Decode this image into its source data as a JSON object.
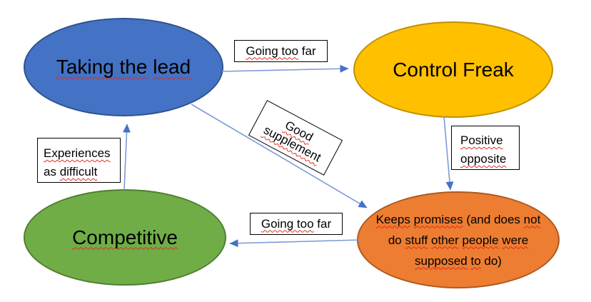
{
  "diagram": {
    "title": "Personality traits relationship diagram",
    "colors": {
      "arrow_line": "#7D9BD8",
      "arrow_head": "#4472C4",
      "squiggle": "#E02B20",
      "label_box_fill": "#FFFFFF",
      "label_box_border": "#000000"
    },
    "nodes": [
      {
        "id": "taking-the-lead",
        "name": "Taking the lead",
        "fill": "#4472C4",
        "stroke": "#2F528F",
        "lines": [
          [
            {
              "t": "Taking the",
              "sq": true
            },
            {
              "t": " ",
              "sq": false
            },
            {
              "t": "lead",
              "sq": true
            }
          ]
        ]
      },
      {
        "id": "control-freak",
        "name": "Control Freak",
        "fill": "#FFC000",
        "stroke": "#BF9000",
        "lines": [
          [
            {
              "t": "Control Freak",
              "sq": false
            }
          ]
        ]
      },
      {
        "id": "competitive",
        "name": "Competitive",
        "fill": "#70AD47",
        "stroke": "#507E32",
        "lines": [
          [
            {
              "t": "Competitive",
              "sq": true
            }
          ]
        ]
      },
      {
        "id": "keeps-promises",
        "name": "Keeps promises (and does not do stuff other people were supposed to do)",
        "fill": "#ED7D31",
        "stroke": "#AE5A21",
        "lines": [
          [
            {
              "t": "Keeps",
              "sq": true
            },
            {
              "t": " ",
              "sq": false
            },
            {
              "t": "promises",
              "sq": true
            },
            {
              "t": " (and does ",
              "sq": false
            },
            {
              "t": "not",
              "sq": true
            }
          ],
          [
            {
              "t": "do ",
              "sq": false
            },
            {
              "t": "stuff",
              "sq": true
            },
            {
              "t": " ",
              "sq": false
            },
            {
              "t": "other",
              "sq": true
            },
            {
              "t": " ",
              "sq": false
            },
            {
              "t": "people",
              "sq": true
            },
            {
              "t": " ",
              "sq": false
            },
            {
              "t": "were",
              "sq": true
            }
          ],
          [
            {
              "t": "supposed",
              "sq": true
            },
            {
              "t": " ",
              "sq": false
            },
            {
              "t": "to",
              "sq": true
            },
            {
              "t": " do)",
              "sq": false
            }
          ]
        ]
      }
    ],
    "labels": [
      {
        "id": "going-too-far-top",
        "text": "Going too far",
        "lines": [
          [
            {
              "t": "Going too",
              "sq": true
            },
            {
              "t": " far",
              "sq": false
            }
          ]
        ]
      },
      {
        "id": "good-supplement",
        "text": "Good supplement",
        "rotation_deg": 28,
        "lines": [
          [
            {
              "t": "Good",
              "sq": true
            }
          ],
          [
            {
              "t": "supplement",
              "sq": true
            }
          ]
        ]
      },
      {
        "id": "positive-opposite",
        "text": "Positive opposite",
        "lines": [
          [
            {
              "t": "Positive",
              "sq": true
            }
          ],
          [
            {
              "t": "opposite",
              "sq": true
            }
          ]
        ]
      },
      {
        "id": "experiences-as-difficult",
        "text": "Experiences as difficult",
        "lines": [
          [
            {
              "t": "Experiences",
              "sq": true
            }
          ],
          [
            {
              "t": "as ",
              "sq": false
            },
            {
              "t": "difficult",
              "sq": true
            }
          ]
        ]
      },
      {
        "id": "going-too-far-bottom",
        "text": "Going too far",
        "lines": [
          [
            {
              "t": "Going too",
              "sq": true
            },
            {
              "t": " far",
              "sq": false
            }
          ]
        ]
      }
    ],
    "edges": [
      {
        "from": "taking-the-lead",
        "to": "control-freak",
        "label": "Going too far"
      },
      {
        "from": "taking-the-lead",
        "to": "keeps-promises",
        "label": "Good supplement"
      },
      {
        "from": "control-freak",
        "to": "keeps-promises",
        "label": "Positive opposite"
      },
      {
        "from": "keeps-promises",
        "to": "competitive",
        "label": "Going too far"
      },
      {
        "from": "competitive",
        "to": "taking-the-lead",
        "label": "Experiences as difficult"
      }
    ]
  }
}
